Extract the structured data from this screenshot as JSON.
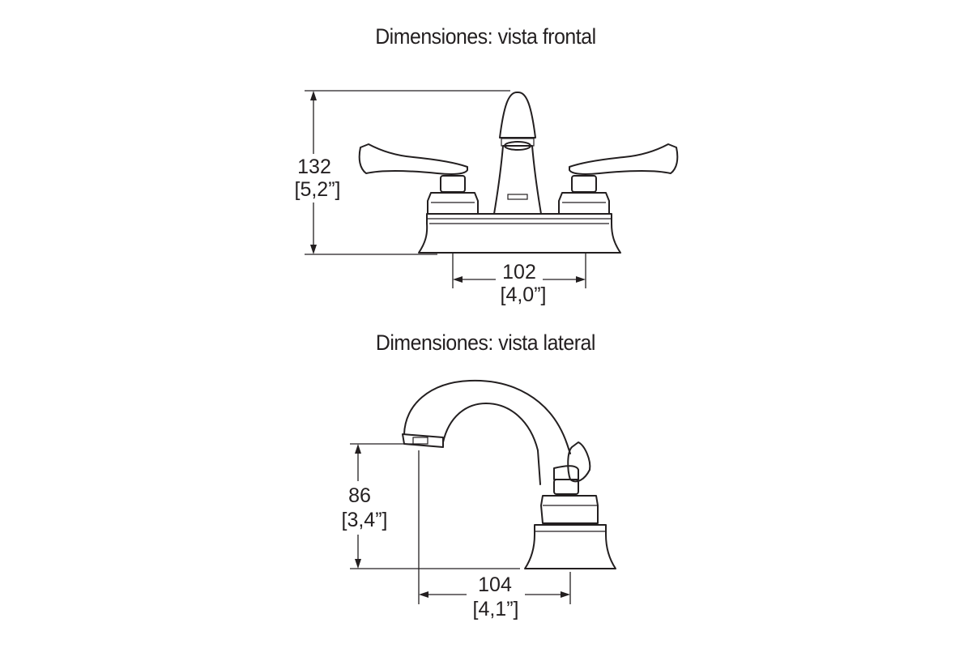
{
  "titles": {
    "front": "Dimensiones: vista frontal",
    "side": "Dimensiones: vista lateral"
  },
  "front_view": {
    "height": {
      "mm": "132",
      "in": "[5,2”]"
    },
    "spread": {
      "mm": "102",
      "in": "[4,0”]"
    }
  },
  "side_view": {
    "spout_height": {
      "mm": "86",
      "in": "[3,4”]"
    },
    "reach": {
      "mm": "104",
      "in": "[4,1”]"
    }
  },
  "colors": {
    "line": "#231f20",
    "background": "#ffffff"
  }
}
